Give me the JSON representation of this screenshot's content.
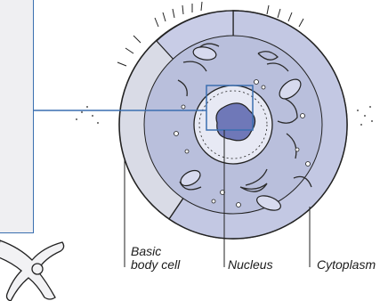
{
  "labels": {
    "basic_body_cell_line1": "Basic",
    "basic_body_cell_line2": "body cell",
    "nucleus": "Nucleus",
    "cytoplasm": "Cytoplasm"
  },
  "colors": {
    "accent_line": "#3a6fb0",
    "cell_fill": "#d9dbe6",
    "cut_face": "#b9bfdc",
    "nucleus": "#6f78b8",
    "panel": "#efeff2"
  }
}
